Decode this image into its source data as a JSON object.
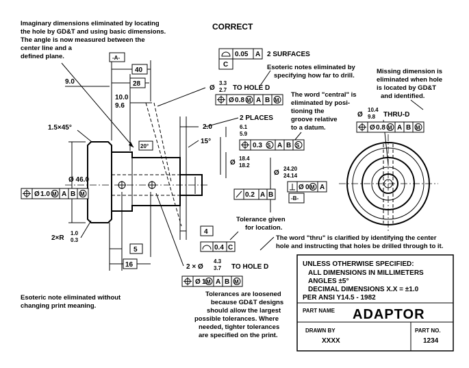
{
  "title": "CORRECT",
  "notes": {
    "imaginary": [
      "Imaginary dimensions eliminated by locating",
      "the hole by GD&T and using basic dimensions.",
      "The angle is now measured between the",
      "center line and a",
      "defined plane."
    ],
    "esoteric_drill": [
      "Esoteric notes eliminated by",
      "specifying how far to drill."
    ],
    "central": [
      "The word \"central\" is",
      "eliminated by posi-",
      "tioning the",
      "groove relative",
      "to a datum."
    ],
    "missing": [
      "Missing dimension is",
      "eliminated when hole",
      "is located by GD&T",
      "and identified."
    ],
    "tolerance_location": [
      "Tolerance given",
      "for location."
    ],
    "thru": [
      "The word \"thru\" is clarified by identifying the center",
      "hole and instructing that holes be drilled through to it."
    ],
    "esoteric_eliminated": [
      "Esoteric note eliminated without",
      "changing print meaning."
    ],
    "loosened": [
      "Tolerances are loosened",
      "because GD&T designs",
      "should allow the largest",
      "possible tolerances. Where",
      "needed, tighter tolerances",
      "are specified on the print."
    ]
  },
  "dims": {
    "d40": "40",
    "d28": "28",
    "d9": "9.0",
    "d10": "10.0",
    "d96": "9.6",
    "chamfer": "1.5×45°",
    "ang20": "20°",
    "ang15": "15°",
    "d20": "2.0",
    "d61": "6.1",
    "d59": "5.9",
    "two_places": "2 PLACES",
    "dia46": "Ø 46.0",
    "dia184": "18.4",
    "dia182": "18.2",
    "dia2420": "24.20",
    "dia2414": "24.14",
    "radius": "2×R",
    "r10": "1.0",
    "r03": "0.3",
    "d5": "5",
    "d16": "16",
    "d4": "4",
    "hole_upper_prefix": "Ø",
    "hole_upper_a": "3.3",
    "hole_upper_b": "2.7",
    "hole_upper_text": "TO HOLE D",
    "hole_lower_prefix": "2 × Ø",
    "hole_lower_a": "4.3",
    "hole_lower_b": "3.7",
    "hole_lower_text": "TO HOLE D",
    "thru_prefix": "Ø",
    "thru_a": "10.4",
    "thru_b": "9.8",
    "thru_text": "THRU-D",
    "surfaces": "2 SURFACES"
  },
  "fcf": {
    "flat": [
      "0.05",
      "A"
    ],
    "datum_a": "-A-",
    "datum_b": "-B-",
    "datum_c": "C",
    "upper_hole": [
      "0.8",
      "A",
      "B",
      "M"
    ],
    "groove": [
      "0.3",
      "A",
      "B"
    ],
    "thru_hole": [
      "0.8",
      "A",
      "B",
      "M"
    ],
    "left": [
      "1.0",
      "A",
      "B",
      "M"
    ],
    "runout": [
      "0.2",
      "A",
      "B"
    ],
    "perp": [
      "0",
      "A"
    ],
    "profile": [
      "0.4",
      "C"
    ],
    "lower_hole": [
      "1",
      "A",
      "B",
      "M"
    ]
  },
  "title_block": {
    "l1": "UNLESS OTHERWISE SPECIFIED:",
    "l2": "ALL DIMENSIONS IN MILLIMETERS",
    "l3": "ANGLES ±5°",
    "l4": "DECIMAL DIMENSIONS X.X = ±1.0",
    "l5": "PER ANSI Y14.5 - 1982",
    "part_name_label": "PART NAME",
    "part_name": "ADAPTOR",
    "drawn_by_label": "DRAWN BY",
    "drawn_by": "XXXX",
    "part_no_label": "PART NO.",
    "part_no": "1234"
  }
}
